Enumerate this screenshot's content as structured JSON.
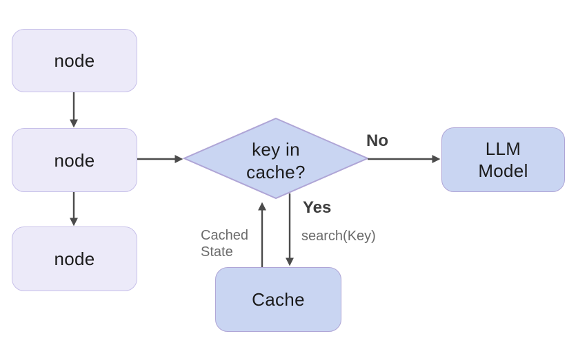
{
  "diagram": {
    "background": "#ffffff",
    "colors": {
      "node_fill": "#eceaf9",
      "node_border": "#c6bfe9",
      "accent_fill": "#c9d5f2",
      "accent_border": "#afa5d6",
      "arrow": "#4b4b4b",
      "node_text": "#1b1b1b",
      "edge_label_bold": "#3d3d3d",
      "edge_note_gray": "#6b6b6b"
    },
    "nodes": {
      "node1": {
        "label": "node"
      },
      "node2": {
        "label": "node"
      },
      "node3": {
        "label": "node"
      },
      "decision": {
        "lines": [
          "key in",
          "cache?"
        ]
      },
      "llm": {
        "lines": [
          "LLM",
          "Model"
        ]
      },
      "cache": {
        "label": "Cache"
      }
    },
    "edge_labels": {
      "no": "No",
      "yes": "Yes",
      "cached_state_lines": [
        "Cached",
        "State"
      ],
      "search_key": "search(Key)"
    }
  }
}
